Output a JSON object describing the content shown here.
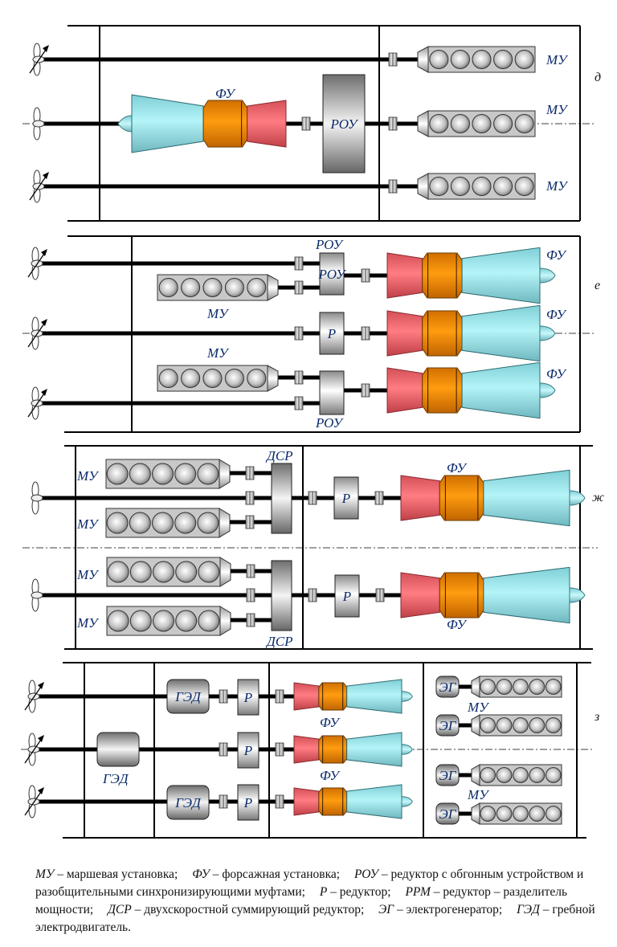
{
  "colors": {
    "line": "#000000",
    "fu_cold": "#9ee6ec",
    "fu_core": "#f08c00",
    "fu_hot": "#f06a70",
    "engine_body": "#c8c8c8",
    "label": "#0a2a6a"
  },
  "sections": [
    {
      "id": "d",
      "tag": "д",
      "labels": {
        "fu": "ФУ",
        "rou": "РОУ",
        "mu_top": "МУ",
        "mu_mid": "МУ",
        "mu_bot": "МУ"
      }
    },
    {
      "id": "e",
      "tag": "е",
      "labels": {
        "rou_top": "РОУ",
        "rou_bot": "РОУ",
        "r": "Р",
        "mu_upper": "МУ",
        "mu_lower": "МУ",
        "fu_1": "ФУ",
        "fu_2": "ФУ",
        "fu_3": "ФУ"
      }
    },
    {
      "id": "zh",
      "tag": "ж",
      "labels": {
        "mu_1": "МУ",
        "mu_2": "МУ",
        "mu_3": "МУ",
        "mu_4": "МУ",
        "dsr_top": "ДСР",
        "dsr_bot": "ДСР",
        "r_top": "Р",
        "r_bot": "Р",
        "fu_top": "ФУ",
        "fu_bot": "ФУ"
      }
    },
    {
      "id": "z",
      "tag": "з",
      "labels": {
        "ged_1": "ГЭД",
        "ged_center": "ГЭД",
        "ged_3": "ГЭД",
        "r_1": "Р",
        "r_2": "Р",
        "r_3": "Р",
        "fu_1": "ФУ",
        "fu_2": "ФУ",
        "eg_1": "ЭГ",
        "eg_2": "ЭГ",
        "eg_3": "ЭГ",
        "eg_4": "ЭГ",
        "mu_upper": "МУ",
        "mu_lower": "МУ"
      }
    }
  ],
  "legend": [
    {
      "abbr": "МУ",
      "text": " – маршевая установка;"
    },
    {
      "abbr": "ФУ",
      "text": " – форсажная установка;"
    },
    {
      "abbr": "РОУ",
      "text": " – редуктор с обгонным устройством и разобщительными синхронизирующими муфтами;"
    },
    {
      "abbr": "Р",
      "text": " – редуктор;"
    },
    {
      "abbr": "РРМ",
      "text": " – редуктор – разделитель мощности;"
    },
    {
      "abbr": "ДСР",
      "text": " – двухскоростной суммирующий редуктор;"
    },
    {
      "abbr": "ЭГ",
      "text": " – электрогенератор;"
    },
    {
      "abbr": "ГЭД",
      "text": " – гребной электродвигатель."
    }
  ]
}
